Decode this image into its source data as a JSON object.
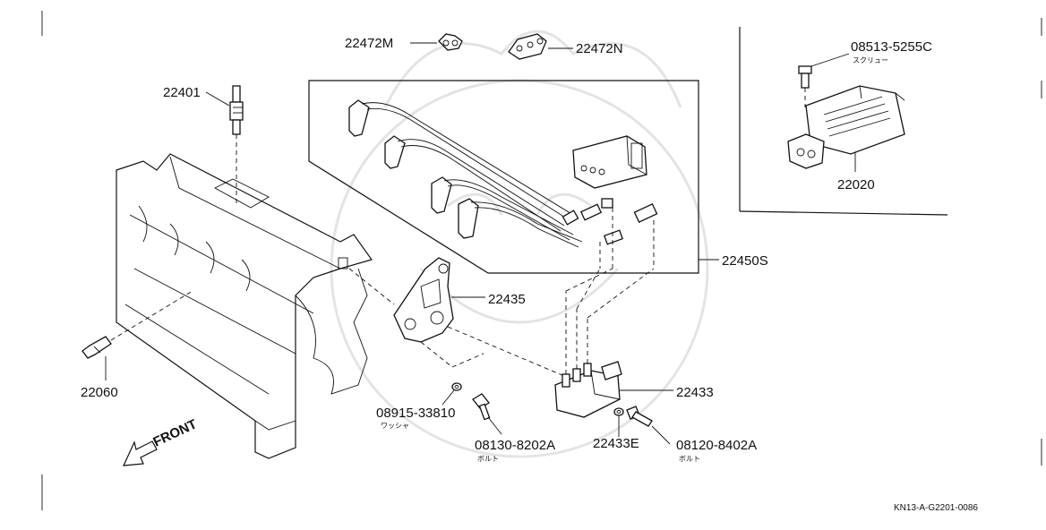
{
  "labels": {
    "p22472M": "22472M",
    "p22472N": "22472N",
    "p08513": "08513-5255C",
    "p08513_sub": "スクリュー",
    "p22401": "22401",
    "p22450S": "22450S",
    "p22020": "22020",
    "p22435": "22435",
    "p22060": "22060",
    "p22433": "22433",
    "p08915": "08915-33810",
    "p08915_sub": "ワッシャ",
    "p08130": "08130-8202A",
    "p08130_sub": "ボルト",
    "p22433E": "22433E",
    "p08120": "08120-8402A",
    "p08120_sub": "ボルト",
    "front": "FRONT",
    "diagram_code": "KN13-A-G2201-0086"
  }
}
